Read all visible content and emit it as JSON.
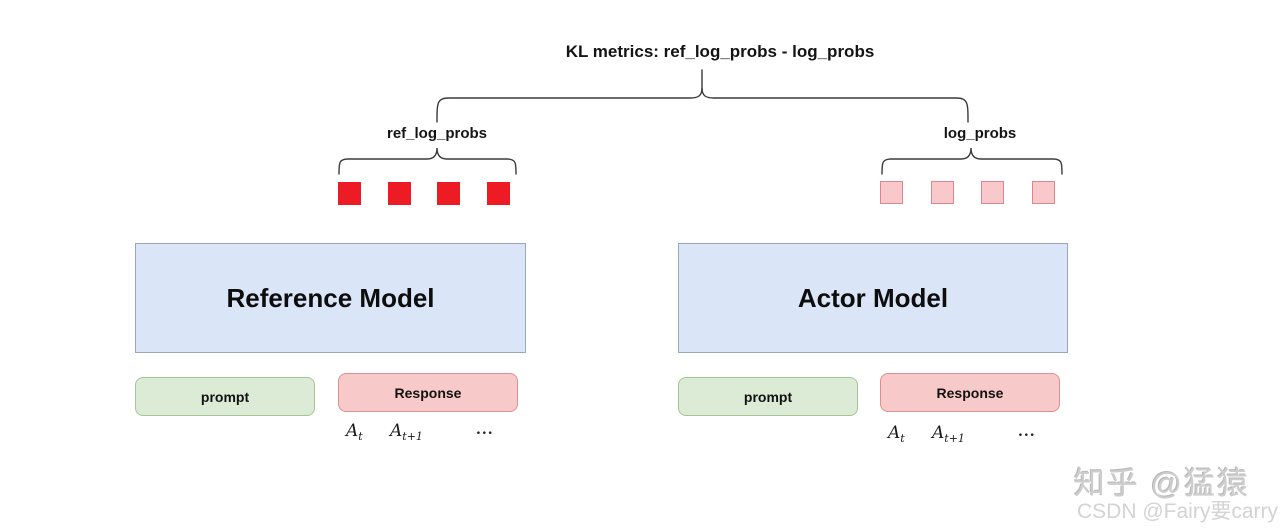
{
  "title": "KL metrics: ref_log_probs - log_probs",
  "branches": {
    "left": {
      "label": "ref_log_probs"
    },
    "right": {
      "label": "log_probs"
    }
  },
  "models": {
    "reference": {
      "name": "Reference Model",
      "prompt": "prompt",
      "response": "Response"
    },
    "actor": {
      "name": "Actor Model",
      "prompt": "prompt",
      "response": "Response"
    }
  },
  "tokens": {
    "ref_count": 4,
    "actor_count": 4
  },
  "math": {
    "base": "A",
    "sub_t": "t",
    "sub_t1": "t+1",
    "dots": "..."
  },
  "watermarks": {
    "zhihu": "知乎 @猛猿",
    "csdn": "CSDN @Fairy要carry"
  },
  "colors": {
    "ref_token": "#ED1C24",
    "actor_token_fill": "#F9C8CB",
    "actor_token_border": "#DE868D",
    "model_box_fill": "#DBE5F8",
    "model_box_border": "#9AA7BB",
    "prompt_fill": "#DCEBD5",
    "prompt_border": "#A5C595",
    "response_fill": "#F8C9C9",
    "response_border": "#DE9090",
    "brace_stroke": "#3a3a3a"
  }
}
